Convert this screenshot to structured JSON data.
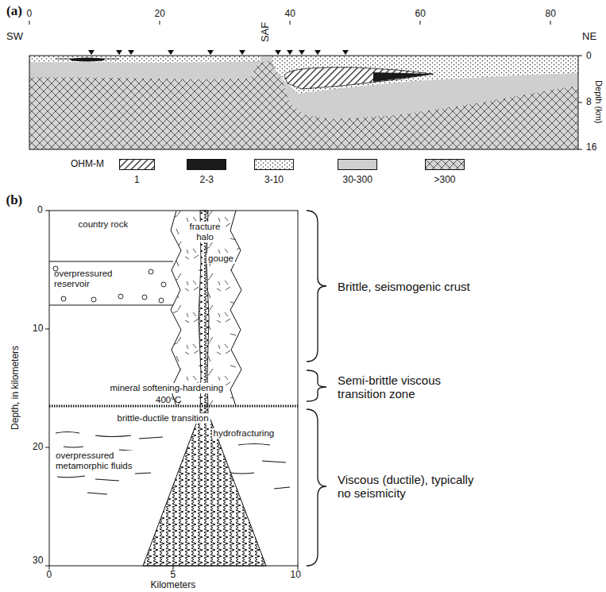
{
  "diagram": {
    "labels": [
      "(a)",
      "SW",
      "SAF",
      "NE",
      "0",
      "20",
      "40",
      "60",
      "80",
      "0",
      "8",
      "16",
      "Depth (km)",
      "OHM-M",
      "(b)",
      "country rock",
      "fracture halo",
      "gouge",
      "overpressured reservoir",
      "mineral softening-hardening",
      "400°C",
      "brittle-ductile transition",
      "hydrofracturing",
      "overpressured metamorphic fluids",
      "0",
      "10",
      "20",
      "30",
      "Depth, in kilometers",
      "0",
      "5",
      "10",
      "Kilometers",
      "Brittle, seismogenic crust",
      "Semi-brittle viscous transition zone",
      "Viscous (ductile), typically no seismicity"
    ],
    "legend": [
      {
        "text": "1"
      },
      {
        "text": "2-3",
        "color": "#1a1a1a"
      },
      {
        "text": "3-10"
      },
      {
        "text": "30-300",
        "color": "#cfcfcf"
      },
      {
        "text": ">300"
      }
    ]
  }
}
